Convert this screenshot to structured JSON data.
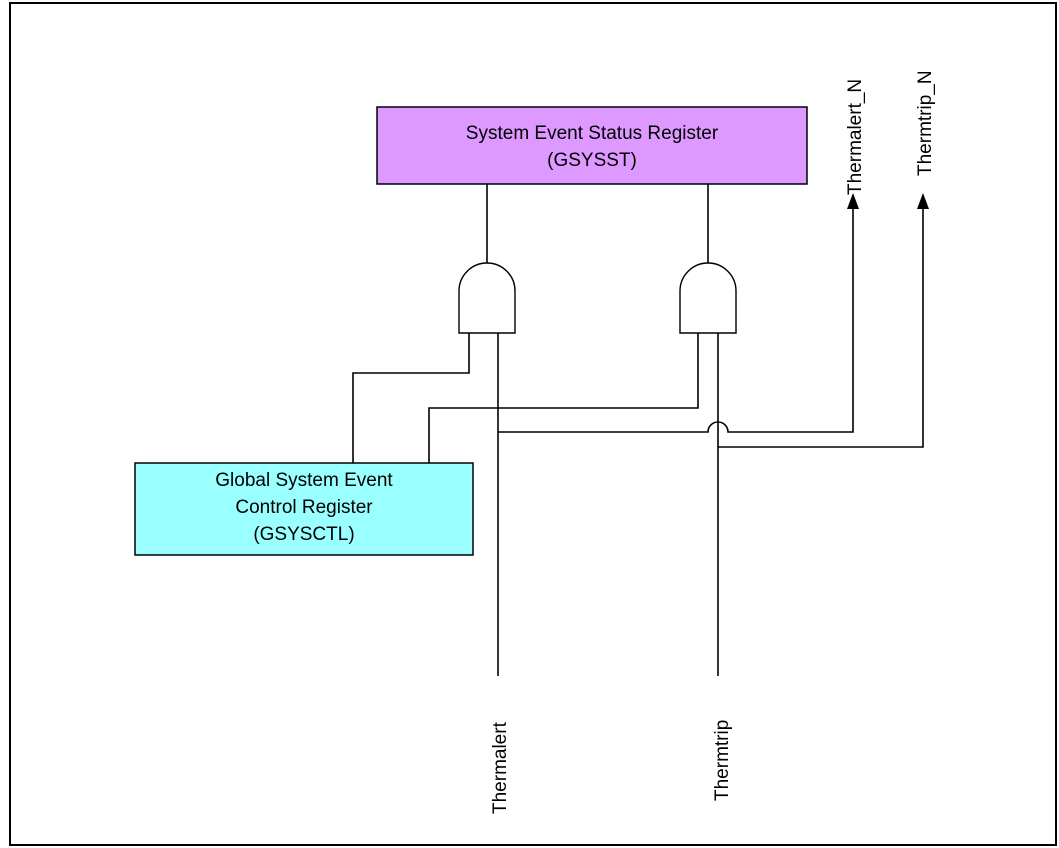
{
  "status_register": {
    "line1": "System Event Status Register",
    "line2": "(GSYSST)",
    "fill": "#dd99ff"
  },
  "control_register": {
    "line1": "Global System Event",
    "line2": "Control Register",
    "line3": "(GSYSCTL)",
    "fill": "#99ffff"
  },
  "inputs": {
    "thermalert": "Thermalert",
    "thermtrip": "Thermtrip"
  },
  "outputs": {
    "thermalert_n": "Thermalert_N",
    "thermtrip_n": "Thermtrip_N"
  }
}
